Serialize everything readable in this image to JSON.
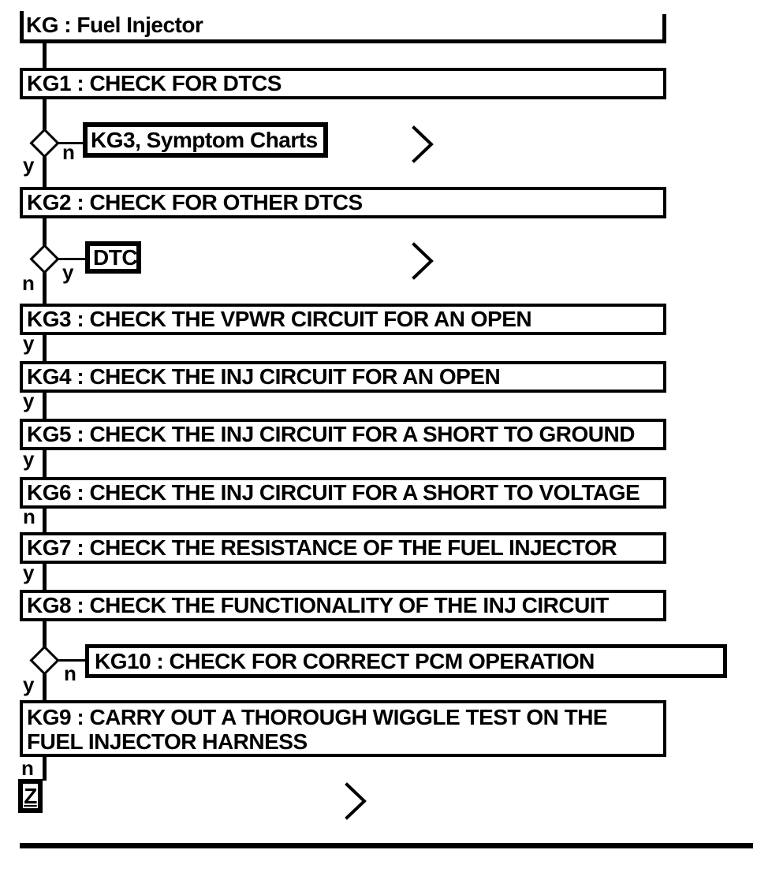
{
  "diagram": {
    "title": "KG : Fuel Injector",
    "steps": [
      {
        "label": "KG1 : CHECK FOR DTCS"
      },
      {
        "label": "KG2 : CHECK FOR OTHER DTCS"
      },
      {
        "label": "KG3 : CHECK THE VPWR CIRCUIT FOR AN OPEN"
      },
      {
        "label": "KG4 : CHECK THE INJ CIRCUIT FOR AN OPEN"
      },
      {
        "label": "KG5 : CHECK THE INJ CIRCUIT FOR A SHORT TO GROUND"
      },
      {
        "label": "KG6 : CHECK THE INJ CIRCUIT FOR A SHORT TO VOLTAGE"
      },
      {
        "label": "KG7 : CHECK THE RESISTANCE OF THE FUEL INJECTOR"
      },
      {
        "label": "KG8 : CHECK THE FUNCTIONALITY OF THE INJ CIRCUIT"
      }
    ],
    "kg9": {
      "line1": "KG9 : CARRY OUT A THOROUGH WIGGLE TEST ON THE",
      "line2": "FUEL INJECTOR HARNESS"
    },
    "refs": {
      "symptom_charts": "KG3, Symptom Charts",
      "dtc": "DTC",
      "kg10": "KG10 : CHECK FOR CORRECT PCM OPERATION",
      "terminator": "Z"
    },
    "branch_labels": {
      "d1_down": "y",
      "d1_side": "n",
      "d2_down": "n",
      "d2_side": "y",
      "kg3_down": "y",
      "kg4_down": "y",
      "kg5_down": "y",
      "kg6_down": "n",
      "kg7_down": "y",
      "d3_down": "y",
      "d3_side": "n",
      "kg9_down": "n"
    },
    "colors": {
      "ink": "#000000",
      "paper": "#ffffff"
    }
  }
}
